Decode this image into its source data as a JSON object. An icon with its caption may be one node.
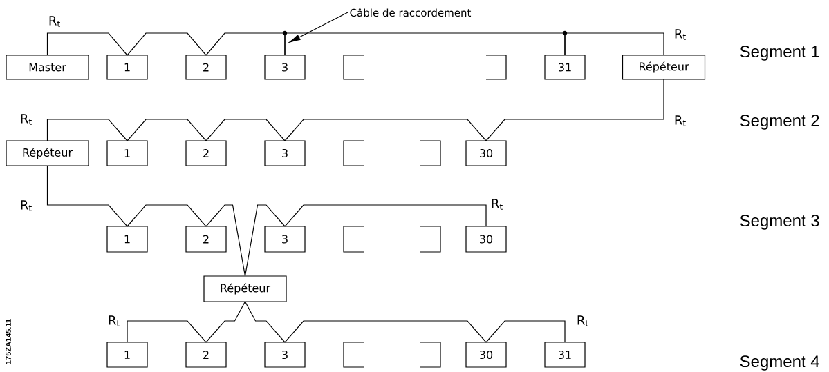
{
  "diagram": {
    "nodes": [
      {
        "text": [
          "Master"
        ]
      },
      {
        "text": [
          "1"
        ]
      },
      {
        "text": [
          "2"
        ]
      },
      {
        "text": [
          "3"
        ]
      },
      {
        "text": [
          "31"
        ]
      },
      {
        "text": [
          "Répéteur"
        ]
      },
      {
        "text": [
          "Répéteur"
        ]
      },
      {
        "text": [
          "1"
        ]
      },
      {
        "text": [
          "2"
        ]
      },
      {
        "text": [
          "3"
        ]
      },
      {
        "text": [
          "30"
        ]
      },
      {
        "text": [
          "1"
        ]
      },
      {
        "text": [
          "2"
        ]
      },
      {
        "text": [
          "3"
        ]
      },
      {
        "text": [
          "30"
        ]
      },
      {
        "text": [
          "Répéteur"
        ]
      },
      {
        "text": [
          "1"
        ]
      },
      {
        "text": [
          "2"
        ]
      },
      {
        "text": [
          "3"
        ]
      },
      {
        "text": [
          "30"
        ]
      },
      {
        "text": [
          "31"
        ]
      },
      {
        "text": [
          "Câble de raccordement"
        ]
      }
    ],
    "edges": [
      {
        "from": 0,
        "to": 1,
        "arrow": "none"
      },
      {
        "from": 1,
        "to": 2,
        "arrow": "none"
      },
      {
        "from": 2,
        "to": 3,
        "arrow": "none"
      },
      {
        "from": 3,
        "to": 4,
        "arrow": "none"
      },
      {
        "from": 4,
        "to": 5,
        "arrow": "none"
      },
      {
        "from": 5,
        "to": 10,
        "arrow": "none"
      },
      {
        "from": 10,
        "to": 9,
        "arrow": "none"
      },
      {
        "from": 9,
        "to": 8,
        "arrow": "none"
      },
      {
        "from": 8,
        "to": 7,
        "arrow": "none"
      },
      {
        "from": 7,
        "to": 6,
        "arrow": "none"
      },
      {
        "from": 6,
        "to": 11,
        "arrow": "none"
      },
      {
        "from": 11,
        "to": 12,
        "arrow": "none"
      },
      {
        "from": 12,
        "to": 15,
        "arrow": "none"
      },
      {
        "from": 15,
        "to": 13,
        "arrow": "none"
      },
      {
        "from": 13,
        "to": 14,
        "arrow": "none"
      },
      {
        "from": 15,
        "to": 17,
        "arrow": "none"
      },
      {
        "from": 17,
        "to": 16,
        "arrow": "none"
      },
      {
        "from": 15,
        "to": 18,
        "arrow": "none"
      },
      {
        "from": 18,
        "to": 19,
        "arrow": "none"
      },
      {
        "from": 19,
        "to": 20,
        "arrow": "none"
      },
      {
        "from": 21,
        "to": null,
        "arrow": "to"
      }
    ],
    "labels": [
      "R$_{t}$",
      "R$_{t}$",
      "Segment 1",
      "R$_{t}$",
      "R$_{t}$",
      "Segment 2",
      "R$_{t}$",
      "R$_{t}$",
      "Segment 3",
      "R$_{t}$",
      "R$_{t}$",
      "175ZA145.11",
      "Segment 4"
    ]
  }
}
